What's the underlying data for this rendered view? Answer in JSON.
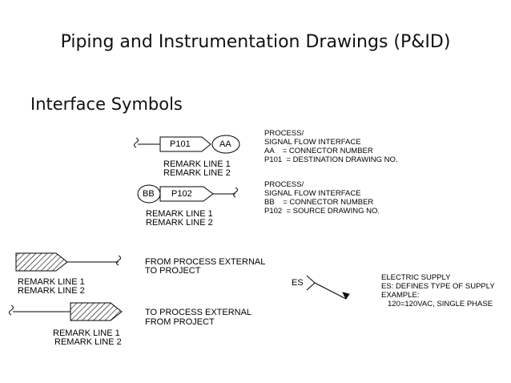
{
  "slide": {
    "title": "Piping and Instrumentation Drawings (P&ID)",
    "subtitle": "Interface Symbols"
  },
  "symbol1": {
    "drawing": "P101",
    "connector": "AA",
    "remark1": "REMARK LINE 1",
    "remark2": "REMARK LINE 2",
    "desc": [
      "PROCESS/",
      "SIGNAL FLOW INTERFACE",
      "AA    = CONNECTOR NUMBER",
      "P101  = DESTINATION DRAWING NO."
    ]
  },
  "symbol2": {
    "drawing": "P102",
    "connector": "BB",
    "remark1": "REMARK LINE 1",
    "remark2": "REMARK LINE 2",
    "desc": [
      "PROCESS/",
      "SIGNAL FLOW INTERFACE",
      "BB    = CONNECTOR NUMBER",
      "P102  = SOURCE DRAWING NO."
    ]
  },
  "symbol3": {
    "remark1": "REMARK LINE 1",
    "remark2": "REMARK LINE 2",
    "desc": [
      "FROM PROCESS EXTERNAL",
      "TO PROJECT"
    ]
  },
  "symbol4": {
    "remark1": "REMARK LINE 1",
    "remark2": "REMARK LINE 2",
    "desc": [
      "TO PROCESS EXTERNAL",
      "FROM PROJECT"
    ]
  },
  "electric": {
    "label": "ES",
    "desc": [
      "ELECTRIC SUPPLY",
      "ES: DEFINES TYPE OF SUPPLY",
      "EXAMPLE:",
      "120=120VAC, SINGLE PHASE"
    ]
  }
}
